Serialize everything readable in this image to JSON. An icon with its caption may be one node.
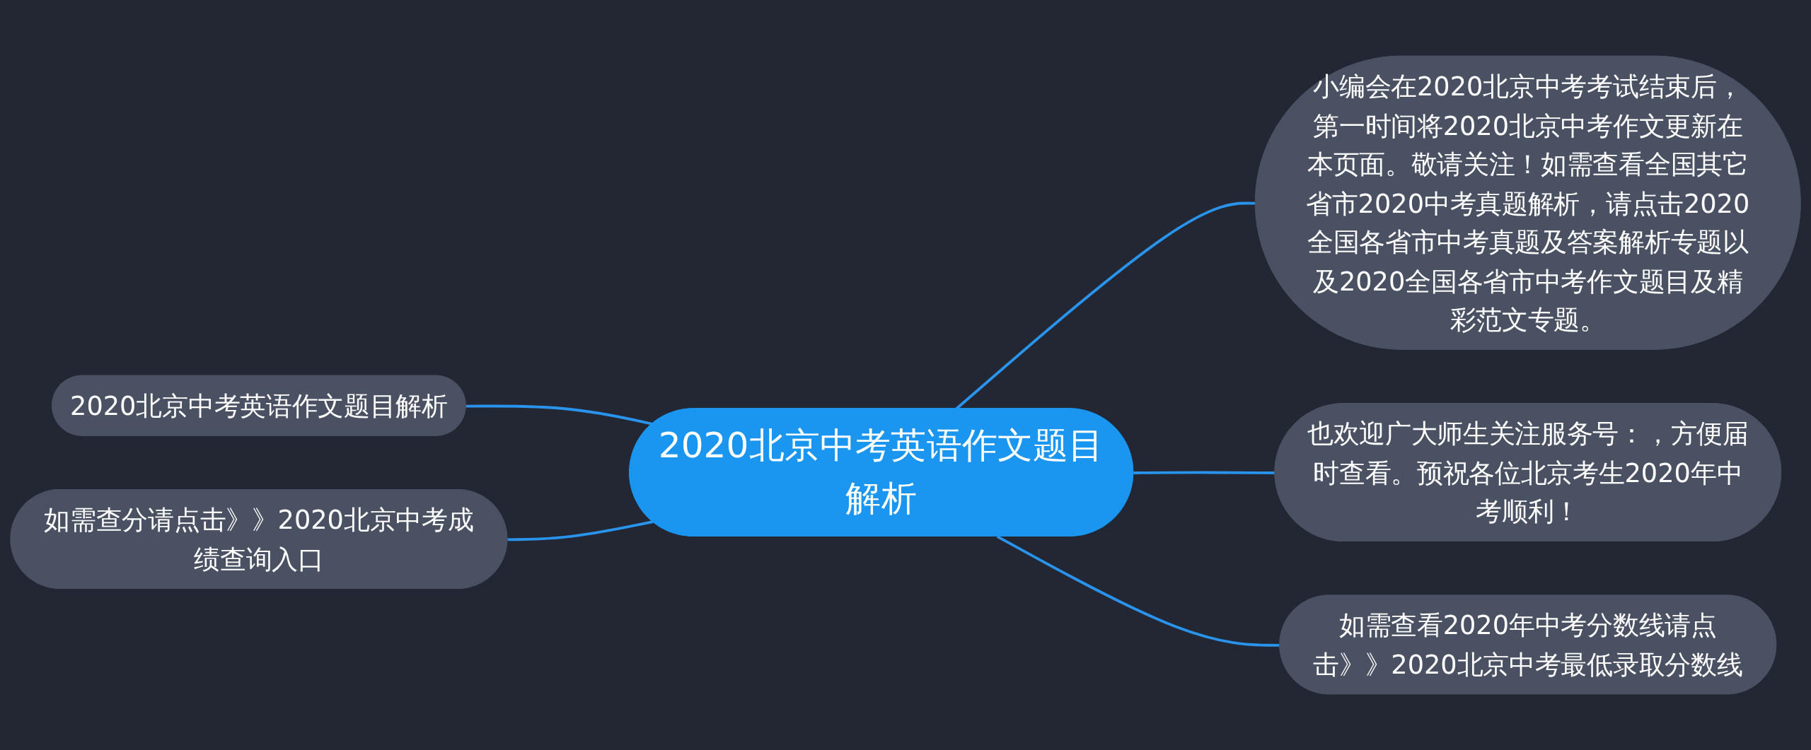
{
  "diagram": {
    "nodes": [
      {
        "text": [
          "2020北京中考英语作文题目解析"
        ]
      },
      {
        "text": [
          "2020北京中考英语作文题目解析"
        ]
      },
      {
        "text": [
          "如需查分请点击》》2020北京中考成绩查询入口"
        ]
      },
      {
        "text": [
          "小编会在2020北京中考考试结束后，第一时间将2020北京中考作文更新在本页面。敬请关注！如需查看全国其它省市2020中考真题解析，请点击2020全国各省市中考真题及答案解析专题以及2020全国各省市中考作文题目及精彩范文专题。"
        ]
      },
      {
        "text": [
          "也欢迎广大师生关注服务号：，方便届时查看。预祝各位北京考生2020年中考顺利！"
        ]
      },
      {
        "text": [
          "如需查看2020年中考分数线请点击》》2020北京中考最低录取分数线"
        ]
      }
    ],
    "edges": [
      {
        "from": 0,
        "to": 1,
        "arrow": "none"
      },
      {
        "from": 0,
        "to": 2,
        "arrow": "none"
      },
      {
        "from": 0,
        "to": 3,
        "arrow": "none"
      },
      {
        "from": 0,
        "to": 4,
        "arrow": "none"
      },
      {
        "from": 0,
        "to": 5,
        "arrow": "none"
      }
    ]
  }
}
